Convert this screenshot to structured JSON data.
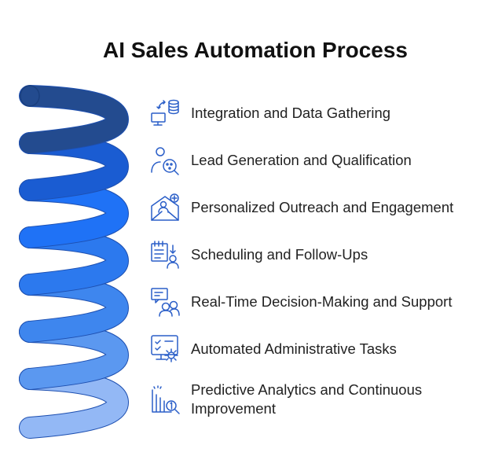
{
  "title": "AI Sales Automation Process",
  "steps": [
    {
      "label": "Integration and Data Gathering",
      "icon": "data-integration-icon",
      "color": "#234b8f"
    },
    {
      "label": "Lead Generation and Qualification",
      "icon": "lead-search-icon",
      "color": "#1a5cd2"
    },
    {
      "label": "Personalized Outreach and Engagement",
      "icon": "email-outreach-icon",
      "color": "#1f72f6"
    },
    {
      "label": "Scheduling and Follow-Ups",
      "icon": "calendar-followup-icon",
      "color": "#2c79ee"
    },
    {
      "label": "Real-Time Decision-Making and Support",
      "icon": "chat-support-icon",
      "color": "#3e86ee"
    },
    {
      "label": "Automated Administrative Tasks",
      "icon": "monitor-gear-icon",
      "color": "#5b98f0"
    },
    {
      "label": "Predictive Analytics and Continuous Improvement",
      "icon": "analytics-chart-icon",
      "color": "#93b8f5"
    }
  ]
}
